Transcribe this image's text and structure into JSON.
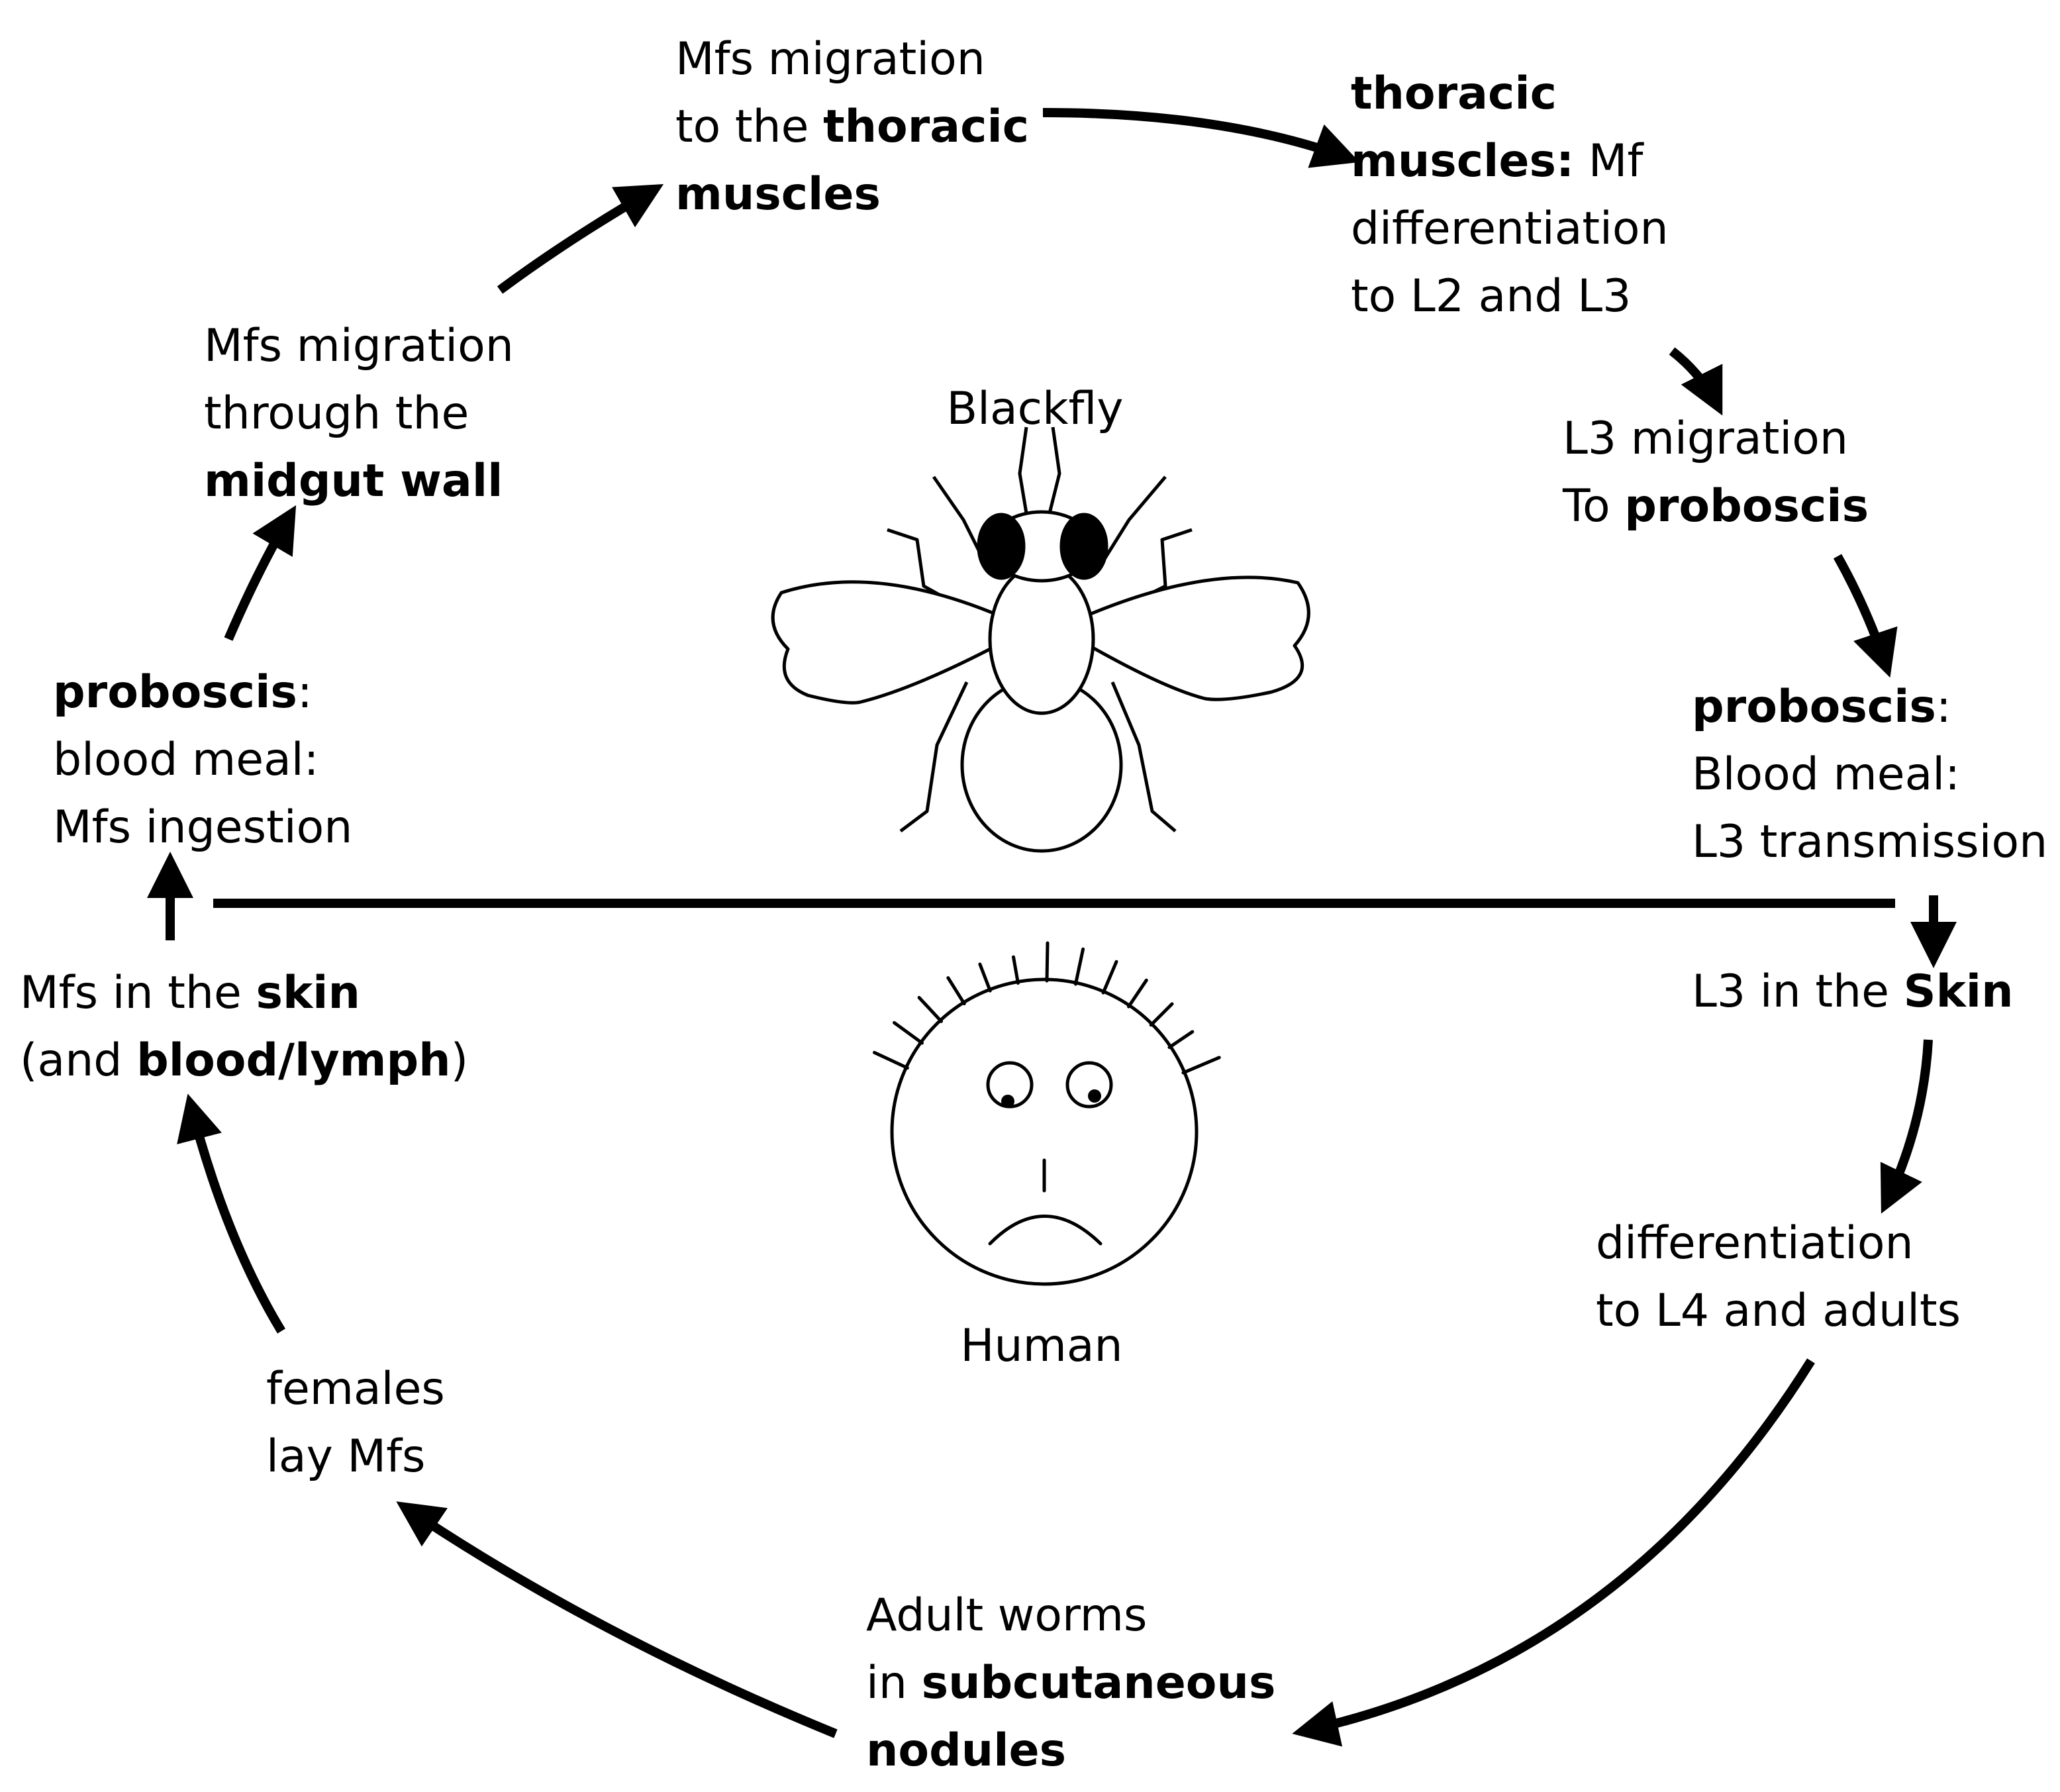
{
  "organisms": {
    "vector": "Blackfly",
    "host": "Human"
  },
  "stages": [
    {
      "id": "mf-thoracic",
      "lines": [
        [
          {
            "t": "Mfs migration",
            "b": false
          }
        ],
        [
          {
            "t": "to the ",
            "b": false
          },
          {
            "t": "thoracic",
            "b": true
          }
        ],
        [
          {
            "t": "muscles",
            "b": true
          }
        ]
      ]
    },
    {
      "id": "thoracic-diff",
      "lines": [
        [
          {
            "t": "thoracic",
            "b": true
          }
        ],
        [
          {
            "t": "muscles:",
            "b": true
          },
          {
            "t": " Mf",
            "b": false
          }
        ],
        [
          {
            "t": "differentiation",
            "b": false
          }
        ],
        [
          {
            "t": "to L2 and L3",
            "b": false
          }
        ]
      ]
    },
    {
      "id": "l3-migration",
      "lines": [
        [
          {
            "t": "L3 migration",
            "b": false
          }
        ],
        [
          {
            "t": "To ",
            "b": false
          },
          {
            "t": "proboscis",
            "b": true
          }
        ]
      ]
    },
    {
      "id": "proboscis-transmission",
      "lines": [
        [
          {
            "t": "proboscis",
            "b": true
          },
          {
            "t": ":",
            "b": false
          }
        ],
        [
          {
            "t": "Blood meal:",
            "b": false
          }
        ],
        [
          {
            "t": "L3 transmission",
            "b": false
          }
        ]
      ]
    },
    {
      "id": "l3-skin",
      "lines": [
        [
          {
            "t": "L3 in the ",
            "b": false
          },
          {
            "t": "Skin",
            "b": true
          }
        ]
      ]
    },
    {
      "id": "diff-l4",
      "lines": [
        [
          {
            "t": "differentiation",
            "b": false
          }
        ],
        [
          {
            "t": "to L4 and adults",
            "b": false
          }
        ]
      ]
    },
    {
      "id": "adult-worms",
      "lines": [
        [
          {
            "t": "Adult worms",
            "b": false
          }
        ],
        [
          {
            "t": "in ",
            "b": false
          },
          {
            "t": "subcutaneous",
            "b": true
          }
        ],
        [
          {
            "t": " nodules",
            "b": true
          }
        ]
      ]
    },
    {
      "id": "females-lay",
      "lines": [
        [
          {
            "t": "females",
            "b": false
          }
        ],
        [
          {
            "t": "lay Mfs",
            "b": false
          }
        ]
      ]
    },
    {
      "id": "mfs-skin",
      "lines": [
        [
          {
            "t": "Mfs in the ",
            "b": false
          },
          {
            "t": "skin",
            "b": true
          }
        ],
        [
          {
            "t": "(and ",
            "b": false
          },
          {
            "t": "blood/lymph",
            "b": true
          },
          {
            "t": ")",
            "b": false
          }
        ]
      ]
    },
    {
      "id": "proboscis-ingestion",
      "lines": [
        [
          {
            "t": "proboscis",
            "b": true
          },
          {
            "t": ":",
            "b": false
          }
        ],
        [
          {
            "t": "blood meal:",
            "b": false
          }
        ],
        [
          {
            "t": "Mfs ingestion",
            "b": false
          }
        ]
      ]
    },
    {
      "id": "midgut",
      "lines": [
        [
          {
            "t": "Mfs migration",
            "b": false
          }
        ],
        [
          {
            "t": "through the",
            "b": false
          }
        ],
        [
          {
            "t": "midgut wall",
            "b": true
          }
        ]
      ]
    }
  ]
}
